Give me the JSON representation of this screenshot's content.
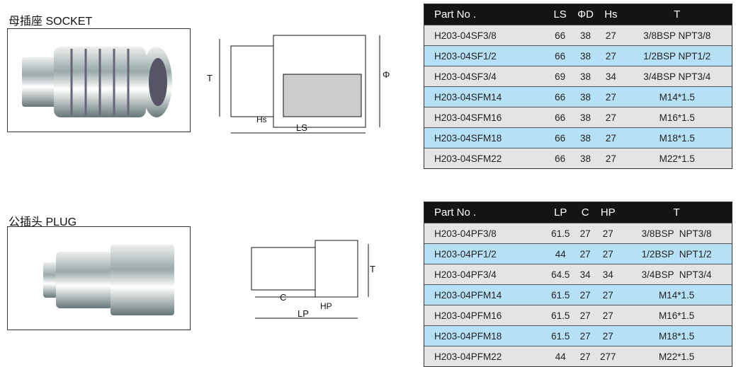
{
  "socket": {
    "title": "母插座 SOCKET",
    "drawing_labels": {
      "t": "T",
      "hs": "Hs",
      "ls": "LS",
      "d": "ΦD"
    },
    "headers": [
      "Part No .",
      "LS",
      "ΦD",
      "Hs",
      "T"
    ],
    "rows": [
      [
        "H203-04SF3/8",
        "66",
        "38",
        "27",
        "3/8BSP NPT3/8"
      ],
      [
        "H203-04SF1/2",
        "66",
        "38",
        "27",
        "1/2BSP NPT1/2"
      ],
      [
        "H203-04SF3/4",
        "69",
        "38",
        "34",
        "3/4BSP NPT3/4"
      ],
      [
        "H203-04SFM14",
        "66",
        "38",
        "27",
        "M14*1.5"
      ],
      [
        "H203-04SFM16",
        "66",
        "38",
        "27",
        "M16*1.5"
      ],
      [
        "H203-04SFM18",
        "66",
        "38",
        "27",
        "M18*1.5"
      ],
      [
        "H203-04SFM22",
        "66",
        "38",
        "27",
        "M22*1.5"
      ]
    ]
  },
  "plug": {
    "title": "公插头 PLUG",
    "drawing_labels": {
      "t": "T",
      "c": "C",
      "lp": "LP",
      "hp": "HP"
    },
    "headers": [
      "Part No .",
      "LP",
      "C",
      "HP",
      "T"
    ],
    "rows": [
      [
        "H203-04PF3/8",
        "61.5",
        "27",
        "27",
        "3/8BSP  NPT3/8"
      ],
      [
        "H203-04PF1/2",
        "44",
        "27",
        "27",
        "1/2BSP  NPT1/2"
      ],
      [
        "H203-04PF3/4",
        "64.5",
        "34",
        "34",
        "3/4BSP  NPT3/4"
      ],
      [
        "H203-04PFM14",
        "61.5",
        "27",
        "27",
        "M14*1.5"
      ],
      [
        "H203-04PFM16",
        "61.5",
        "27",
        "27",
        "M16*1.5"
      ],
      [
        "H203-04PFM18",
        "61.5",
        "27",
        "27",
        "M18*1.5"
      ],
      [
        "H203-04PFM22",
        "44",
        "27",
        "277",
        "M22*1.5"
      ]
    ]
  }
}
